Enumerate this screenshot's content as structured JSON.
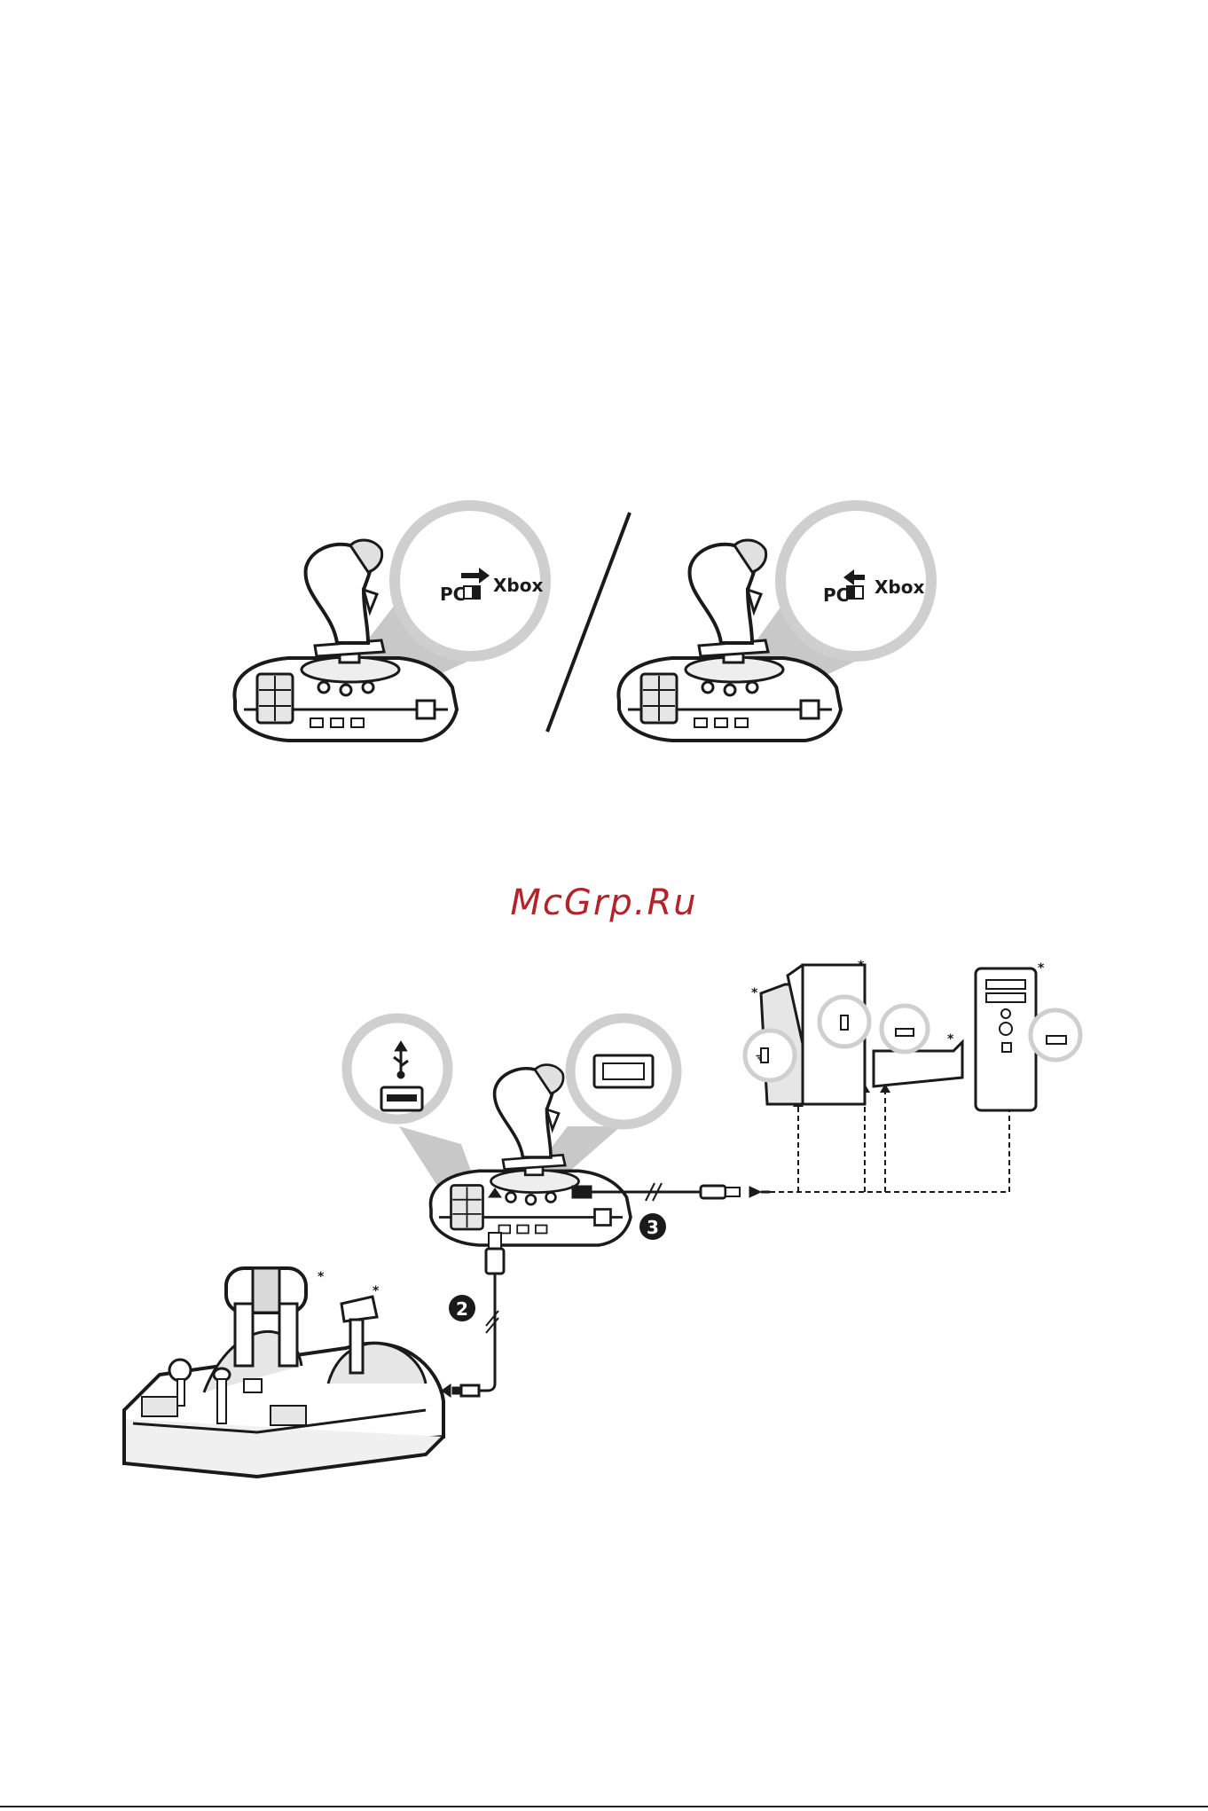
{
  "watermark": {
    "text": "McGrp.Ru",
    "color": "#b2232a"
  },
  "switch_panels": [
    {
      "label_left": "PC",
      "label_right": "Xbox",
      "arrow_direction": "right"
    },
    {
      "label_left": "PC",
      "label_right": "Xbox",
      "arrow_direction": "left"
    }
  ],
  "step_badges": [
    "2",
    "3"
  ],
  "asterisk": "*",
  "icons": [
    "usb-icon",
    "usb-port-icon",
    "rectangular-port-icon",
    "joystick-icon",
    "throttle-icon",
    "xbox-series-s-icon",
    "xbox-series-x-icon",
    "xbox-one-icon",
    "pc-tower-icon"
  ],
  "colors": {
    "ink": "#1a1a1a",
    "shade": "#d9d9d9",
    "paper": "#ffffff",
    "wedge": "#c8c8c8"
  }
}
